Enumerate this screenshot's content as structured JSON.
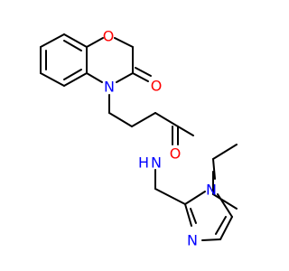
{
  "molecule": {
    "atoms": {
      "o_ring": {
        "symbol": "O",
        "color": "#ff0000"
      },
      "n_ring": {
        "symbol": "N",
        "color": "#0000ff"
      },
      "o_lactam": {
        "symbol": "O",
        "color": "#ff0000"
      },
      "o_amide": {
        "symbol": "O",
        "color": "#ff0000"
      },
      "nh_amide": {
        "symbol": "N",
        "h": "H",
        "color": "#0000ff"
      },
      "n_imid1": {
        "symbol": "N",
        "color": "#0000ff"
      },
      "n_imid3": {
        "symbol": "N",
        "color": "#0000ff"
      }
    },
    "bond_color": "#000000"
  }
}
